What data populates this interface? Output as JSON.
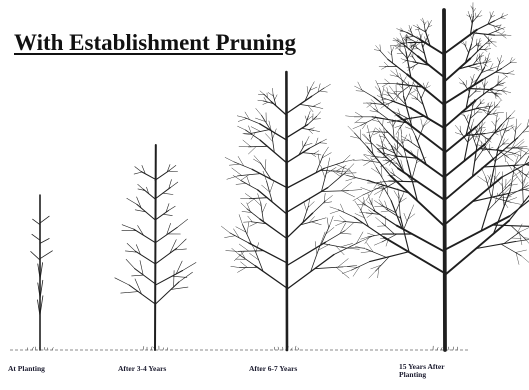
{
  "title": "With Establishment Pruning",
  "captions": [
    "At Planting",
    "After 3-4 Years",
    "After 6-7 Years",
    "15 Years After Planting"
  ],
  "tree_icons": [
    "tree-at-planting",
    "tree-3-4-years",
    "tree-6-7-years",
    "tree-15-years"
  ],
  "colors": {
    "ink": "#1f1f1f",
    "ground": "#444444",
    "background": "#ffffff"
  }
}
